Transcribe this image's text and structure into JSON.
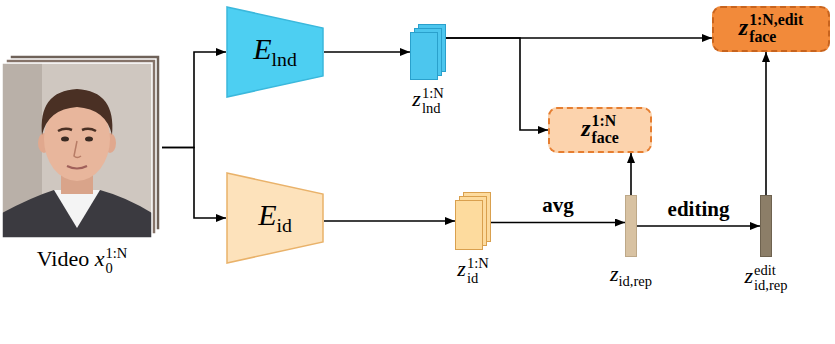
{
  "diagram": {
    "nodes": [
      {
        "text": [
          "Video x01:N"
        ]
      },
      {
        "text": [
          "Elnd"
        ]
      },
      {
        "text": [
          "Eid"
        ]
      },
      {
        "text": [
          "zlnd1:N"
        ]
      },
      {
        "text": [
          "zid1:N"
        ]
      },
      {
        "text": [
          "zface1:N"
        ]
      },
      {
        "text": [
          "zid,rep"
        ]
      },
      {
        "text": [
          "zid,repedit"
        ]
      },
      {
        "text": [
          "zface1:N,edit"
        ]
      }
    ],
    "edges": [
      {
        "from": 0,
        "to": 1,
        "arrow": "to"
      },
      {
        "from": 0,
        "to": 2,
        "arrow": "to"
      },
      {
        "from": 1,
        "to": 3,
        "arrow": "to"
      },
      {
        "from": 2,
        "to": 4,
        "arrow": "to"
      },
      {
        "from": 3,
        "to": 5,
        "arrow": "to"
      },
      {
        "from": 3,
        "to": 8,
        "arrow": "to"
      },
      {
        "from": 4,
        "to": 6,
        "label": "avg",
        "arrow": "to"
      },
      {
        "from": 6,
        "to": 5,
        "arrow": "to"
      },
      {
        "from": 6,
        "to": 7,
        "label": "editing",
        "arrow": "to"
      },
      {
        "from": 7,
        "to": 8,
        "arrow": "to"
      }
    ]
  }
}
